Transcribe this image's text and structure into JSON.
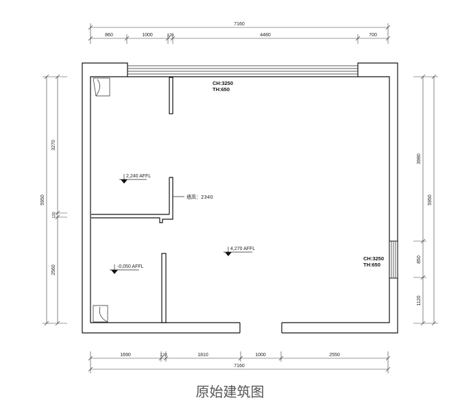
{
  "caption": "原始建筑图",
  "dimensions": {
    "top_total": "7160",
    "top_segments": [
      "860",
      "1000",
      "120",
      "4480",
      "700"
    ],
    "bottom_total": "7160",
    "bottom_segments": [
      "1690",
      "120",
      "1810",
      "1000",
      "2550"
    ],
    "left_total": "5950",
    "left_segments": [
      "3270",
      "120",
      "2560"
    ],
    "right_total": "5950",
    "right_segments": [
      "3980",
      "850",
      "1120"
    ]
  },
  "annotations": {
    "window_top_ch": "CH:3250",
    "window_top_th": "TH:650",
    "window_right_ch": "CH:3250",
    "window_right_th": "TH:650",
    "level_room1": "2,240 AFFL",
    "level_room2": "-0,050 AFFL",
    "level_main": "4,270 AFFL",
    "wall_height": "墙高：2340"
  }
}
